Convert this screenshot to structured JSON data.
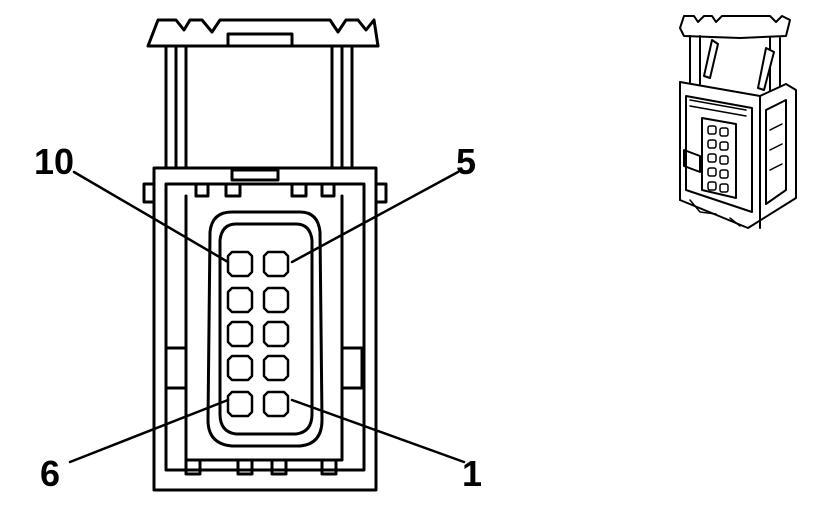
{
  "pin_labels": {
    "top_left": "10",
    "top_right": "5",
    "bottom_left": "6",
    "bottom_right": "1"
  },
  "connector": {
    "cavity_count": 10,
    "rows": 5,
    "columns": 2
  },
  "colors": {
    "line": "#000000",
    "background": "#ffffff"
  }
}
